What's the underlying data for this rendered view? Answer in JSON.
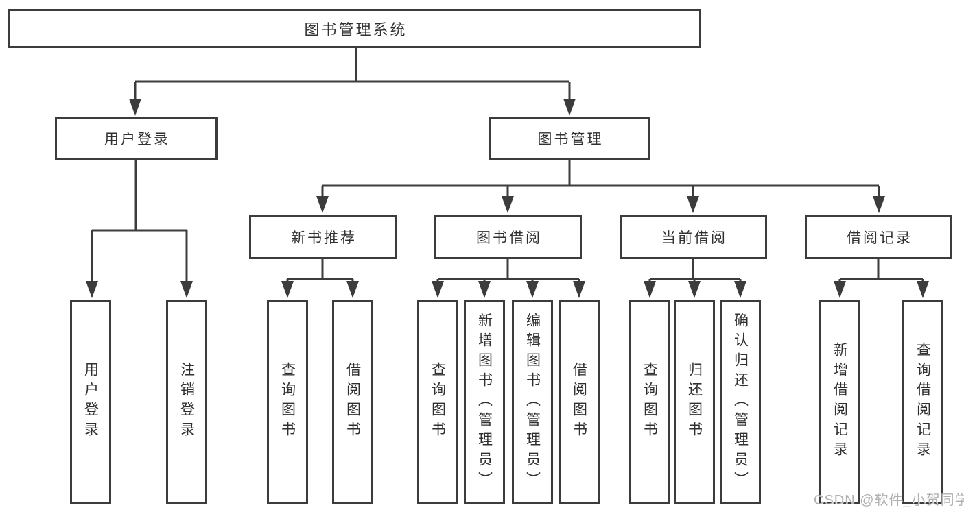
{
  "diagram": {
    "title": "图书管理系统",
    "tree": {
      "label": "图书管理系统",
      "children": [
        {
          "label": "用户登录",
          "children": [
            {
              "label": "用户登录"
            },
            {
              "label": "注销登录"
            }
          ]
        },
        {
          "label": "图书管理",
          "children": [
            {
              "label": "新书推荐",
              "children": [
                {
                  "label": "查询图书"
                },
                {
                  "label": "借阅图书"
                }
              ]
            },
            {
              "label": "图书借阅",
              "children": [
                {
                  "label": "查询图书"
                },
                {
                  "label": "新增图书（管理员）"
                },
                {
                  "label": "编辑图书（管理员）"
                },
                {
                  "label": "借阅图书"
                }
              ]
            },
            {
              "label": "当前借阅",
              "children": [
                {
                  "label": "查询图书"
                },
                {
                  "label": "归还图书"
                },
                {
                  "label": "确认归还（管理员）"
                }
              ]
            },
            {
              "label": "借阅记录",
              "children": [
                {
                  "label": "新增借阅记录"
                },
                {
                  "label": "查询借阅记录"
                }
              ]
            }
          ]
        }
      ]
    }
  },
  "watermark": {
    "text": "CSDN @软件_小贺同学"
  },
  "colors": {
    "line": "#3c3c3c",
    "text": "#303030",
    "background": "#ffffff",
    "watermark": "#b0b0b0"
  }
}
